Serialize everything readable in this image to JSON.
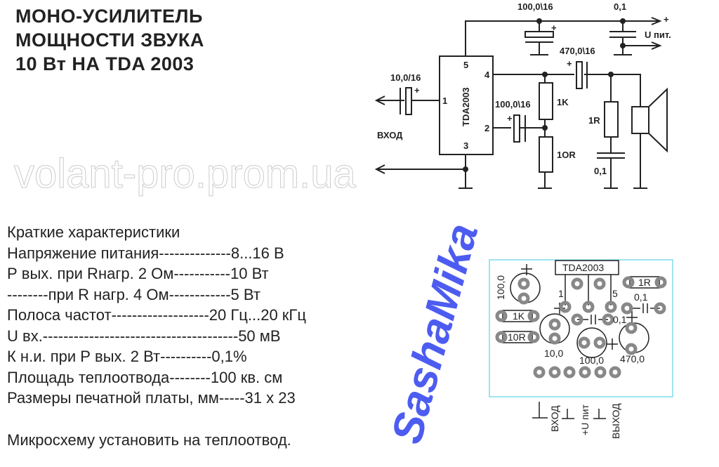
{
  "title_lines": [
    "МОНО-УСИЛИТЕЛЬ",
    "МОЩНОСТИ ЗВУКА",
    "10 Вт НА TDA 2003"
  ],
  "specs": [
    "Краткие характеристики",
    "Напряжение питания--------------8...16 В",
    "Р вых. при Rнагр. 2 Ом-----------10 Вт",
    "--------при R нагр. 4 Ом------------5 Вт",
    "Полоса частот-------------------20 Гц...20 кГц",
    "U вх.--------------------------------------50 мВ",
    "К н.и. при Р вых. 2 Вт----------0,1%",
    "Площадь теплоотвода--------100 кв. см",
    "Размеры печатной платы, мм-----31 x 23"
  ],
  "note": "Микросхему установить на теплоотвод.",
  "schematic": {
    "ic": "TDA2003",
    "pins": [
      "1",
      "2",
      "3",
      "4",
      "5"
    ],
    "c_supply": "100,0\\16",
    "c_supply2": "0,1",
    "plus": "+",
    "supply_label": "U пит.",
    "c_out": "470,0\\16",
    "c_in": "10,0/16",
    "c_fb": "100,0\\16",
    "r1": "1K",
    "r2": "1OR",
    "r3": "1R",
    "c_zobel": "0,1",
    "input_label": "ВХОД"
  },
  "pcb": {
    "ic": "TDA2003",
    "c1": "100,0",
    "r1": "1K",
    "r2": "10R",
    "r3": "1R",
    "c2": "0,1",
    "c3": "0,1",
    "c4": "10,0",
    "c5": "100,0",
    "c6": "470,0",
    "pin1": "1",
    "pin5": "5",
    "in": "ВХОД",
    "vcc": "+U пит",
    "out": "ВЫХОД",
    "border_color": "#7fdcec"
  },
  "watermark": "volant-pro.prom.ua",
  "signature": "SashaMika"
}
